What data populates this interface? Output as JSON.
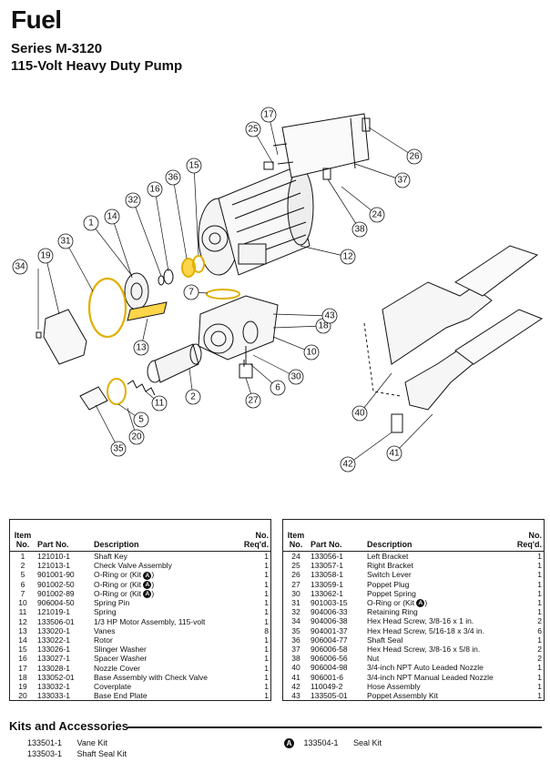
{
  "header": {
    "title": "Fuel",
    "series": "Series M-3120",
    "model": "115-Volt Heavy Duty Pump"
  },
  "diagram": {
    "callouts": [
      "1",
      "2",
      "5",
      "6",
      "7",
      "10",
      "11",
      "12",
      "13",
      "14",
      "15",
      "16",
      "17",
      "18",
      "19",
      "20",
      "24",
      "25",
      "26",
      "27",
      "30",
      "31",
      "32",
      "34",
      "35",
      "36",
      "37",
      "38",
      "40",
      "41",
      "42",
      "43"
    ]
  },
  "table_headers": {
    "item": "Item",
    "no": "No.",
    "part_no": "Part No.",
    "description": "Description",
    "no2": "No.",
    "req": "Req'd."
  },
  "parts_left": [
    {
      "item": "1",
      "part": "121010-1",
      "desc": "Shaft Key",
      "qty": "1"
    },
    {
      "item": "2",
      "part": "121013-1",
      "desc": "Check Valve Assembly",
      "qty": "1"
    },
    {
      "item": "5",
      "part": "901001-90",
      "desc": "O-Ring or (Kit",
      "kit": "A",
      "close": ")",
      "qty": "1"
    },
    {
      "item": "6",
      "part": "901002-50",
      "desc": "O-Ring or (Kit",
      "kit": "A",
      "close": ")",
      "qty": "1"
    },
    {
      "item": "7",
      "part": "901002-89",
      "desc": "O-Ring or (Kit",
      "kit": "A",
      "close": ")",
      "qty": "1"
    },
    {
      "item": "10",
      "part": "906004-50",
      "desc": "Spring Pin",
      "qty": "1"
    },
    {
      "item": "11",
      "part": "121019-1",
      "desc": "Spring",
      "qty": "1"
    },
    {
      "item": "12",
      "part": "133506-01",
      "desc": "1/3 HP Motor Assembly, 115-volt",
      "qty": "1"
    },
    {
      "item": "13",
      "part": "133020-1",
      "desc": "Vanes",
      "qty": "8"
    },
    {
      "item": "14",
      "part": "133022-1",
      "desc": "Rotor",
      "qty": "1"
    },
    {
      "item": "15",
      "part": "133026-1",
      "desc": "Slinger Washer",
      "qty": "1"
    },
    {
      "item": "16",
      "part": "133027-1",
      "desc": "Spacer Washer",
      "qty": "1"
    },
    {
      "item": "17",
      "part": "133028-1",
      "desc": "Nozzle Cover",
      "qty": "1"
    },
    {
      "item": "18",
      "part": "133052-01",
      "desc": "Base Assembly with Check Valve",
      "qty": "1"
    },
    {
      "item": "19",
      "part": "133032-1",
      "desc": "Coverplate",
      "qty": "1"
    },
    {
      "item": "20",
      "part": "133033-1",
      "desc": "Base End Plate",
      "qty": "1"
    }
  ],
  "parts_right": [
    {
      "item": "24",
      "part": "133056-1",
      "desc": "Left Bracket",
      "qty": "1"
    },
    {
      "item": "25",
      "part": "133057-1",
      "desc": "Right Bracket",
      "qty": "1"
    },
    {
      "item": "26",
      "part": "133058-1",
      "desc": "Switch Lever",
      "qty": "1"
    },
    {
      "item": "27",
      "part": "133059-1",
      "desc": "Poppet Plug",
      "qty": "1"
    },
    {
      "item": "30",
      "part": "133062-1",
      "desc": "Poppet Spring",
      "qty": "1"
    },
    {
      "item": "31",
      "part": "901003-15",
      "desc": "O-Ring or (Kit",
      "kit": "A",
      "close": ")",
      "qty": "1"
    },
    {
      "item": "32",
      "part": "904006-33",
      "desc": "Retaining Ring",
      "qty": "1"
    },
    {
      "item": "34",
      "part": "904006-38",
      "desc": "Hex Head Screw, 3/8-16 x 1 in.",
      "qty": "2"
    },
    {
      "item": "35",
      "part": "904001-37",
      "desc": "Hex Head Screw, 5/16-18 x 3/4 in.",
      "qty": "6"
    },
    {
      "item": "36",
      "part": "906004-77",
      "desc": "Shaft Seal",
      "qty": "1"
    },
    {
      "item": "37",
      "part": "906006-58",
      "desc": "Hex Head Screw, 3/8-16 x 5/8 in.",
      "qty": "2"
    },
    {
      "item": "38",
      "part": "906006-56",
      "desc": "Nut",
      "qty": "2"
    },
    {
      "item": "40",
      "part": "906004-98",
      "desc": "3/4-inch NPT Auto Leaded Nozzle",
      "qty": "1"
    },
    {
      "item": "41",
      "part": "906001-6",
      "desc": "3/4-inch NPT Manual Leaded Nozzle",
      "qty": "1"
    },
    {
      "item": "42",
      "part": "110049-2",
      "desc": "Hose Assembly",
      "qty": "1"
    },
    {
      "item": "43",
      "part": "133505-01",
      "desc": "Poppet Assembly Kit",
      "qty": "1"
    }
  ],
  "kits": {
    "heading": "Kits and Accessories",
    "items": [
      {
        "part": "133501-1",
        "desc": "Vane Kit"
      },
      {
        "part": "133503-1",
        "desc": "Shaft Seal Kit"
      }
    ],
    "seal": {
      "badge": "A",
      "part": "133504-1",
      "desc": "Seal Kit"
    }
  }
}
